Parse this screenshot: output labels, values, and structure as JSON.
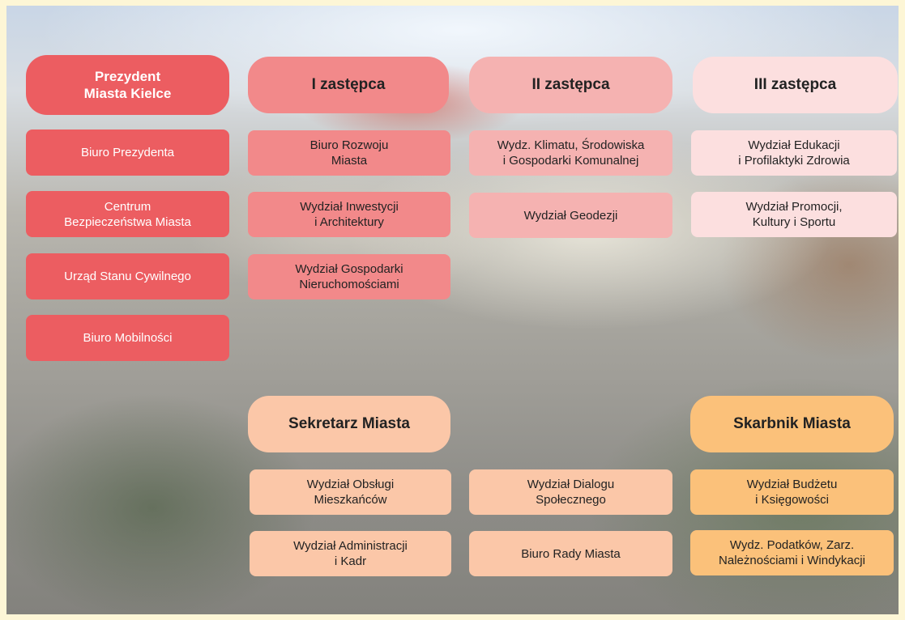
{
  "columns": {
    "president": {
      "title": "Prezydent\nMiasta Kielce",
      "items": [
        "Biuro Prezydenta",
        "Centrum\nBezpieczeństwa Miasta",
        "Urząd Stanu Cywilnego",
        "Biuro Mobilności"
      ],
      "color": "#ec5d61"
    },
    "deputy1": {
      "title": "I zastępca",
      "items": [
        "Biuro Rozwoju\nMiasta",
        "Wydział Inwestycji\ni Architektury",
        "Wydział Gospodarki\nNieruchomościami"
      ],
      "color": "#f2898a"
    },
    "deputy2": {
      "title": "II zastępca",
      "items": [
        "Wydz. Klimatu, Środowiska\ni Gospodarki Komunalnej",
        "Wydział Geodezji"
      ],
      "color": "#f5b2b1"
    },
    "deputy3": {
      "title": "III zastępca",
      "items": [
        "Wydział Edukacji\ni Profilaktyki Zdrowia",
        "Wydział Promocji,\nKultury i Sportu"
      ],
      "color": "#fcdfdf"
    },
    "secretary": {
      "title": "Sekretarz Miasta",
      "items": [
        "Wydział Obsługi\nMieszkańców",
        "Wydział Administracji\ni Kadr",
        "Wydział Dialogu\nSpołecznego",
        "Biuro Rady Miasta"
      ],
      "color": "#fbc7a8"
    },
    "treasurer": {
      "title": "Skarbnik Miasta",
      "items": [
        "Wydział Budżetu\ni Księgowości",
        "Wydz. Podatków, Zarz.\nNależnościami i Windykacji"
      ],
      "color": "#fbc17a"
    }
  }
}
